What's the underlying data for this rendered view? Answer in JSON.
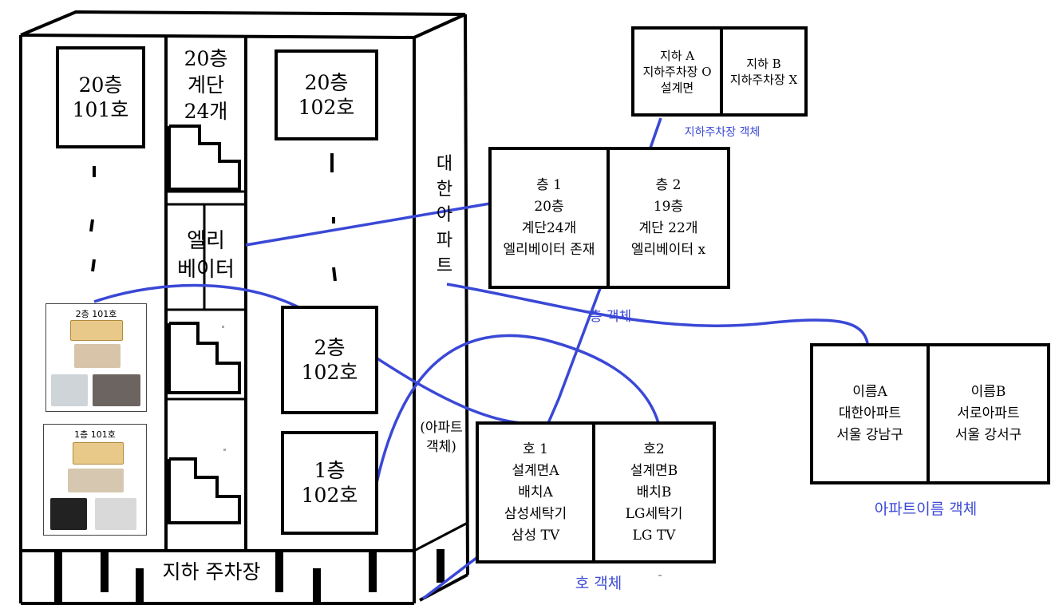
{
  "building": {
    "unit_20_101": "20층\n101호",
    "stairs_top": "20층\n계단\n24개",
    "unit_20_102": "20층\n102호",
    "elevator": "엘리\n베이터",
    "apartment_name_vertical": "대\n한\n아\n파\n트",
    "unit_2_102": "2층\n102호",
    "unit_1_102": "1층\n102호",
    "apartment_object_label": "(아파트\n객체)",
    "unit_2_101_caption": "2층 101호",
    "unit_1_101_caption": "1층 101호",
    "basement_label": "지하 주차장"
  },
  "parking_objects": {
    "a": "지하 A\n지하주차장 O\n설계면",
    "b": "지하 B\n지하주차장 X",
    "caption": "지하주차장 객체"
  },
  "floor_objects": {
    "a": "층 1\n20층\n계단24개\n엘리베이터 존재",
    "b": "층 2\n19층\n계단 22개\n엘리베이터 x",
    "caption": "층 객체"
  },
  "unit_objects": {
    "a": "호 1\n설계면A\n배치A\n삼성세탁기\n삼성 TV",
    "b": "호2\n설계면B\n배치B\nLG세탁기\nLG TV",
    "caption": "호 객체"
  },
  "apartment_name_objects": {
    "a": "이름A\n대한아파트\n서울 강남구",
    "b": "이름B\n서로아파트\n서울 강서구",
    "caption": "아파트이름 객체"
  },
  "colors": {
    "connector": "#3a48d6",
    "outline": "#000000"
  }
}
